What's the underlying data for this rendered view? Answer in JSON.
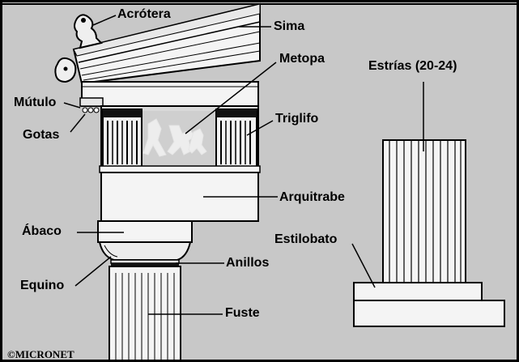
{
  "labels": {
    "acrotera": "Acrótera",
    "sima": "Sima",
    "metopa": "Metopa",
    "mutulo": "Mútulo",
    "gotas": "Gotas",
    "triglifo": "Triglifo",
    "arquitrabe": "Arquitrabe",
    "abaco": "Ábaco",
    "equino": "Equino",
    "anillos": "Anillos",
    "fuste": "Fuste",
    "estrias": "Estrías (20-24)",
    "estilobato": "Estilobato"
  },
  "credit": "©MICRONET",
  "colors": {
    "background": "#c8c8c8",
    "stone": "#f4f4f4",
    "stone_shade": "#d9d9d9",
    "line": "#000000"
  }
}
